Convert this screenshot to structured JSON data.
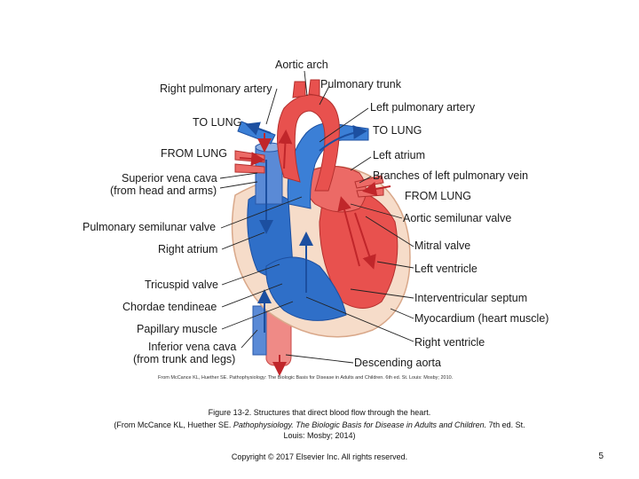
{
  "labels": {
    "aortic_arch": "Aortic arch",
    "right_pulmonary_artery": "Right pulmonary artery",
    "pulmonary_trunk": "Pulmonary trunk",
    "to_lung_left": "TO LUNG",
    "left_pulmonary_artery": "Left pulmonary artery",
    "from_lung_left": "FROM LUNG",
    "to_lung_right": "TO LUNG",
    "superior_vena_cava_1": "Superior vena cava",
    "superior_vena_cava_2": "(from head and arms)",
    "left_atrium": "Left atrium",
    "branches_left_pulmonary_vein": "Branches of left pulmonary vein",
    "from_lung_right": "FROM LUNG",
    "pulmonary_semilunar_valve": "Pulmonary semilunar valve",
    "aortic_semilunar_valve": "Aortic semilunar valve",
    "right_atrium": "Right atrium",
    "mitral_valve": "Mitral valve",
    "left_ventricle": "Left ventricle",
    "tricuspid_valve": "Tricuspid valve",
    "interventricular_septum": "Interventricular septum",
    "chordae_tendineae": "Chordae tendineae",
    "myocardium": "Myocardium (heart muscle)",
    "papillary_muscle": "Papillary muscle",
    "right_ventricle": "Right ventricle",
    "inferior_vena_cava_1": "Inferior vena cava",
    "inferior_vena_cava_2": "(from trunk and legs)",
    "descending_aorta": "Descending aorta"
  },
  "figure_credit": "From McCance KL, Huether SE. Pathophysiology: The Biologic Basis for Disease in Adults and Children. 6th ed. St. Louis: Mosby; 2010.",
  "caption": {
    "line1": "Figure 13-2. Structures that direct blood flow through the heart.",
    "line2_prefix": "(From McCance KL, Huether SE. ",
    "line2_italic": "Pathophysiology. The Biologic Basis for Disease in Adults and Children.",
    "line2_suffix": " 7th ed. St.",
    "line3": "Louis: Mosby; 2014)"
  },
  "footer": {
    "copyright": "Copyright © 2017 Elsevier Inc. All rights reserved.",
    "page_number": "5"
  },
  "colors": {
    "oxygenated": "#e8514e",
    "deoxygenated": "#2f6fc8",
    "myocardium": "#f6dcc9",
    "arrow_red": "#c0262a",
    "arrow_blue": "#1c4fa0"
  }
}
